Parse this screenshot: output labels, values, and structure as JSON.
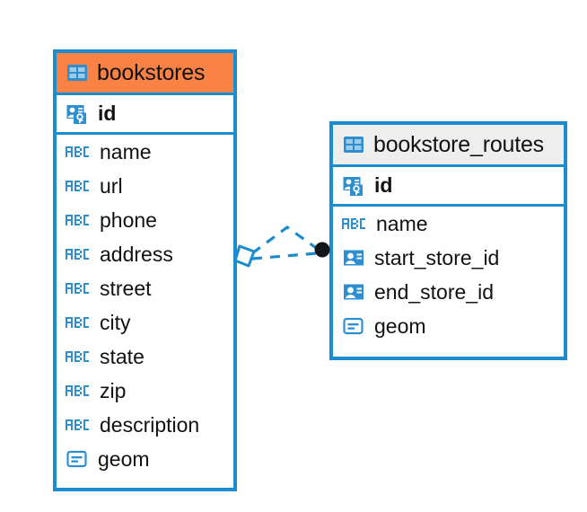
{
  "diagram": {
    "type": "entity-relationship-diagram",
    "background_color": "#ffffff",
    "accent_color": "#1b8ccd",
    "selected_header_color": "#fb8245",
    "plain_header_color": "#eeeeee",
    "text_color": "#121212"
  },
  "entities": [
    {
      "name": "bookstores",
      "selected": true,
      "header_icon": "table-icon",
      "fields": [
        {
          "name": "id",
          "icon": "primary-key-icon",
          "bold": true
        },
        {
          "name": "name",
          "icon": "abc-text-icon",
          "bold": false
        },
        {
          "name": "url",
          "icon": "abc-text-icon",
          "bold": false
        },
        {
          "name": "phone",
          "icon": "abc-text-icon",
          "bold": false
        },
        {
          "name": "address",
          "icon": "abc-text-icon",
          "bold": false
        },
        {
          "name": "street",
          "icon": "abc-text-icon",
          "bold": false
        },
        {
          "name": "city",
          "icon": "abc-text-icon",
          "bold": false
        },
        {
          "name": "state",
          "icon": "abc-text-icon",
          "bold": false
        },
        {
          "name": "zip",
          "icon": "abc-text-icon",
          "bold": false
        },
        {
          "name": "description",
          "icon": "abc-text-icon",
          "bold": false
        },
        {
          "name": "geom",
          "icon": "geometry-icon",
          "bold": false
        }
      ]
    },
    {
      "name": "bookstore_routes",
      "selected": false,
      "header_icon": "table-icon",
      "fields": [
        {
          "name": "id",
          "icon": "primary-key-icon",
          "bold": true
        },
        {
          "name": "name",
          "icon": "abc-text-icon",
          "bold": false
        },
        {
          "name": "start_store_id",
          "icon": "foreign-key-icon",
          "bold": false
        },
        {
          "name": "end_store_id",
          "icon": "foreign-key-icon",
          "bold": false
        },
        {
          "name": "geom",
          "icon": "geometry-icon",
          "bold": false
        }
      ]
    }
  ],
  "relationship": {
    "from_entity": "bookstores",
    "to_entity": "bookstore_routes",
    "line_style": "dashed",
    "line_color": "#1b8ccd",
    "source_marker": "diamond-marker",
    "target_marker": "filled-circle-marker",
    "target_marker_color": "#14161a"
  }
}
